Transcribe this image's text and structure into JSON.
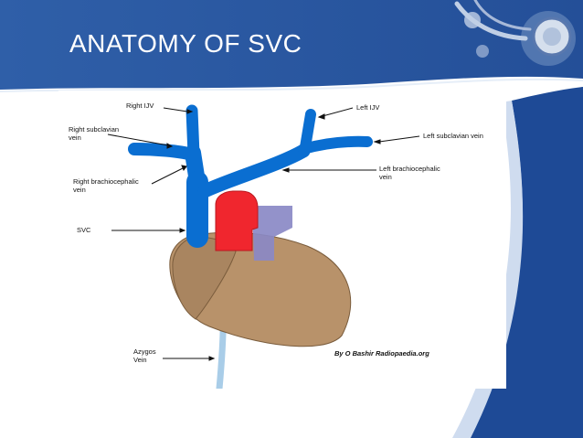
{
  "slide": {
    "title": "ANATOMY OF SVC",
    "colors": {
      "title_band": "#2a5aa6",
      "accent_band": "#1e4a96",
      "vein": "#0a6ed1",
      "aorta": "#f0262e",
      "pulmonary_artery": "#8a89c6",
      "heart": "#b8926a",
      "azygos_vein": "#a9cde8"
    },
    "icons": [
      "stethoscope-icon"
    ]
  },
  "diagram": {
    "labels": {
      "right_ijv": "Right IJV",
      "left_ijv": "Left IJV",
      "right_subclavian": "Right subclavian\nvein",
      "left_subclavian": "Left subclavian vein",
      "right_brachiocephalic": "Right brachiocephalic\nvein",
      "left_brachiocephalic": "Left brachiocephalic\nvein",
      "svc": "SVC",
      "azygos": "Azygos\nVein"
    },
    "credit": "By O Bashir\nRadiopaedia.org"
  }
}
